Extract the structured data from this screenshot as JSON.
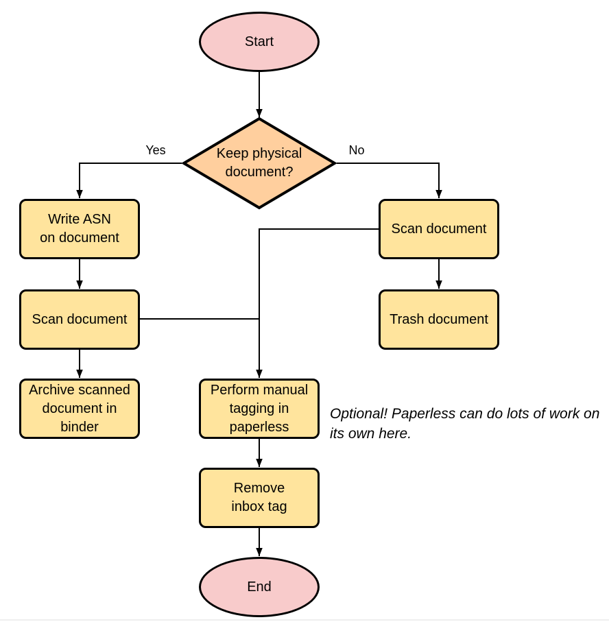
{
  "colors": {
    "pink": "#f8cbcb",
    "orange": "#ffcf9e",
    "yellow": "#ffe49d",
    "stroke": "#000000",
    "divider": "#efefef"
  },
  "labels": {
    "yes": "Yes",
    "no": "No"
  },
  "nodes": {
    "start": {
      "lines": [
        "Start"
      ]
    },
    "decision": {
      "lines": [
        "Keep physical",
        "document?"
      ]
    },
    "write_asn": {
      "lines": [
        "Write ASN",
        "on document"
      ]
    },
    "scan_left": {
      "lines": [
        "Scan document"
      ]
    },
    "archive": {
      "lines": [
        "Archive scanned",
        "document in",
        "binder"
      ]
    },
    "scan_right": {
      "lines": [
        "Scan document"
      ]
    },
    "trash": {
      "lines": [
        "Trash document"
      ]
    },
    "tagging": {
      "lines": [
        "Perform manual",
        "tagging in",
        "paperless"
      ]
    },
    "remove_inbox": {
      "lines": [
        "Remove",
        "inbox tag"
      ]
    },
    "end": {
      "lines": [
        "End"
      ]
    }
  },
  "annotation": {
    "lines": [
      "Optional! Paperless can do lots of work on",
      "its own here."
    ]
  }
}
